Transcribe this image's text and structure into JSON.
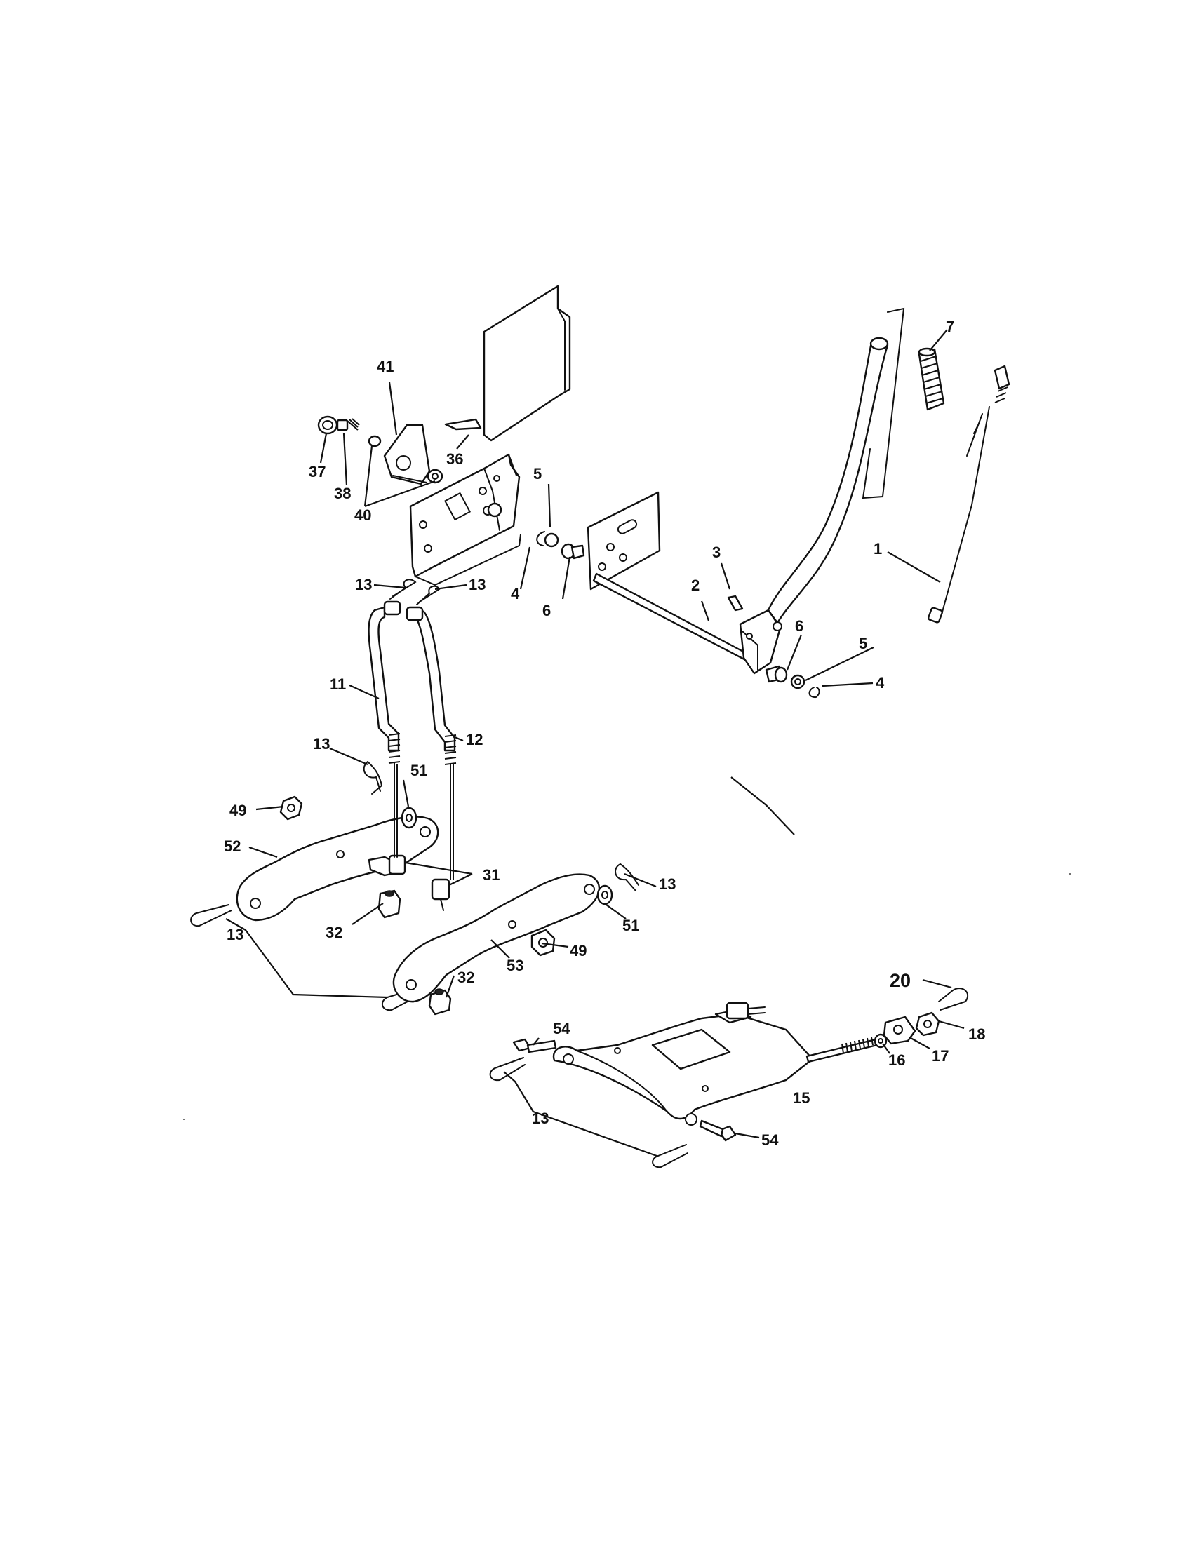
{
  "diagram": {
    "callouts": {
      "c1": "1",
      "c2": "2",
      "c3": "3",
      "c4a": "4",
      "c4b": "4",
      "c5a": "5",
      "c5b": "5",
      "c6a": "6",
      "c6b": "6",
      "c7": "7",
      "c11": "11",
      "c12": "12",
      "c13a": "13",
      "c13b": "13",
      "c13c": "13",
      "c13d": "13",
      "c13e": "13",
      "c13f": "13",
      "c15": "15",
      "c16": "16",
      "c17": "17",
      "c18": "18",
      "c20": "20",
      "c31": "31",
      "c32a": "32",
      "c32b": "32",
      "c36": "36",
      "c37": "37",
      "c38": "38",
      "c40": "40",
      "c41": "41",
      "c49a": "49",
      "c49b": "49",
      "c51a": "51",
      "c51b": "51",
      "c52": "52",
      "c53": "53",
      "c54a": "54",
      "c54b": "54"
    }
  }
}
